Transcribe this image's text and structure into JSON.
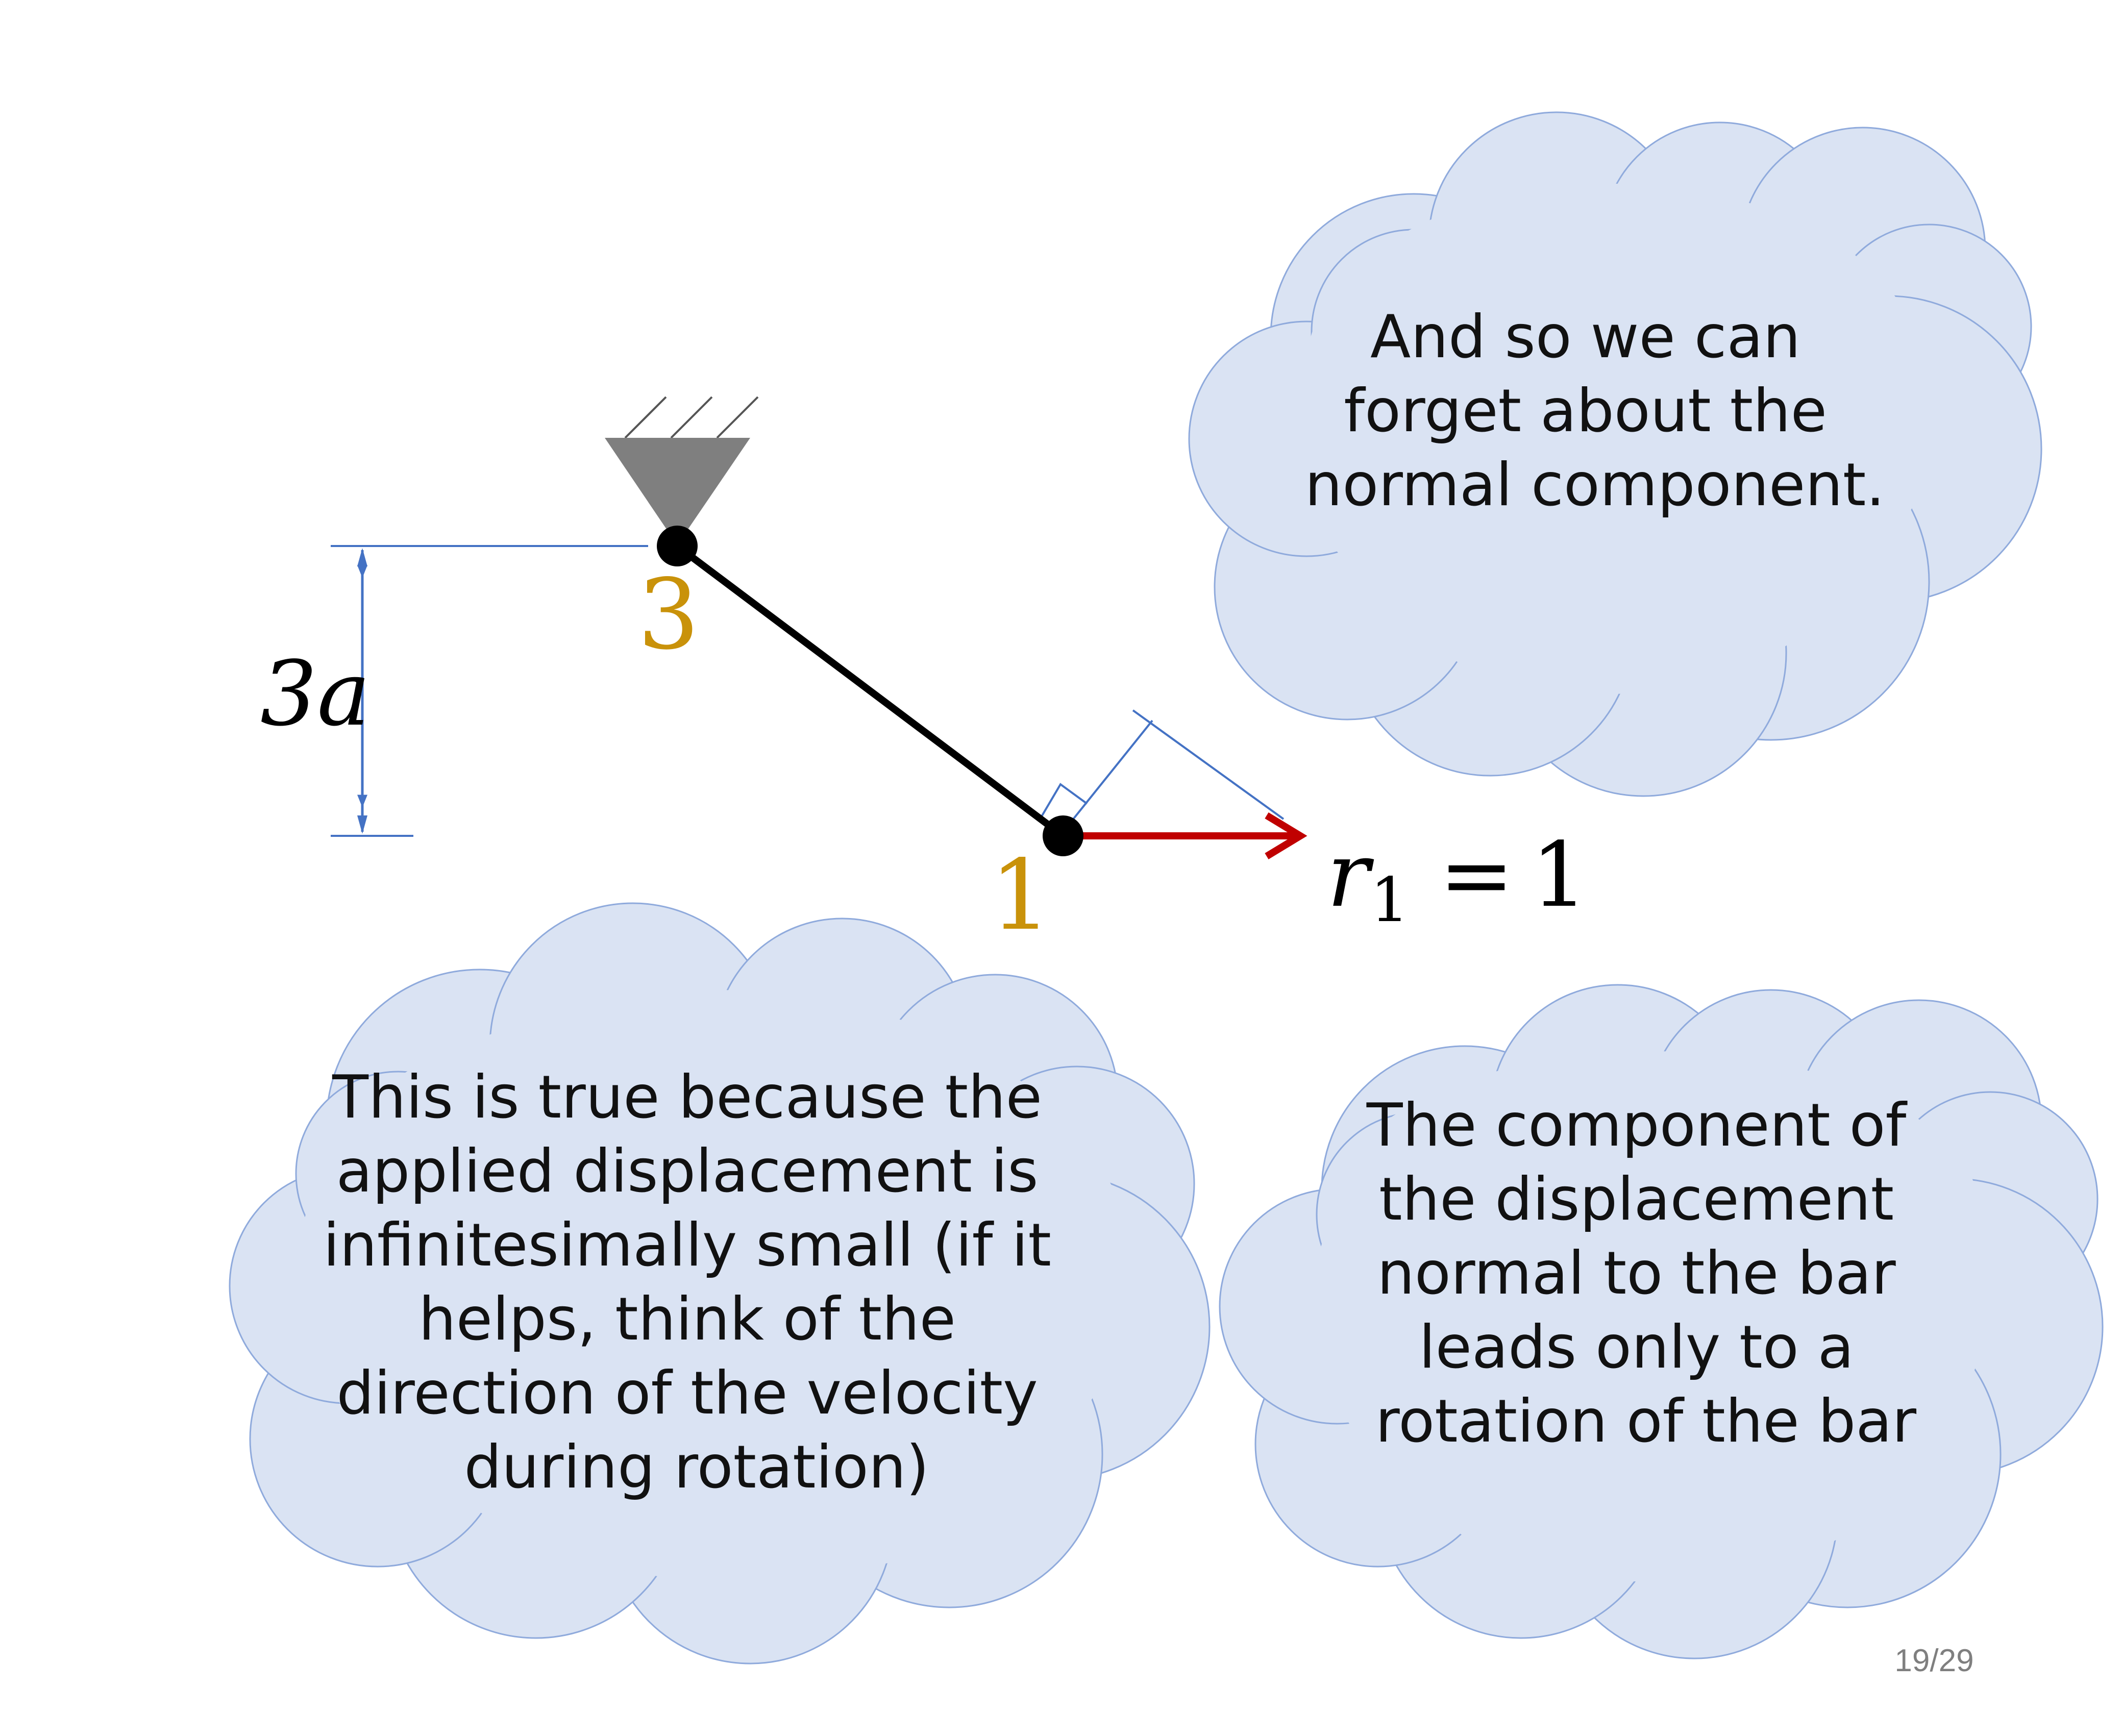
{
  "diagram": {
    "nodes": [
      {
        "id": "3",
        "label": "3",
        "support": "pin"
      },
      {
        "id": "1",
        "label": "1"
      }
    ],
    "dimension": {
      "label": "3a"
    },
    "load": {
      "symbol": "r",
      "subscript": "1",
      "relation": "=",
      "value": "1"
    }
  },
  "clouds": {
    "top": {
      "lines": [
        "And so we can",
        "forget about the",
        "normal component."
      ]
    },
    "left": {
      "lines": [
        "This is true because the",
        "applied displacement is",
        "infinitesimally small (if it",
        "helps, think of the",
        "direction of the velocity",
        "during rotation)"
      ]
    },
    "right": {
      "lines": [
        "The component of",
        "the displacement",
        "normal to the bar",
        "leads only to a",
        "rotation of the bar"
      ]
    }
  },
  "footer": {
    "page": "19/29"
  },
  "colors": {
    "bar": "#000000",
    "node_label": "#c9920a",
    "load_arrow": "#c00000",
    "dimension": "#4472c4",
    "support": "#7f7f7f",
    "cloud_fill": "#dae3f3",
    "cloud_stroke": "#8faadc"
  }
}
